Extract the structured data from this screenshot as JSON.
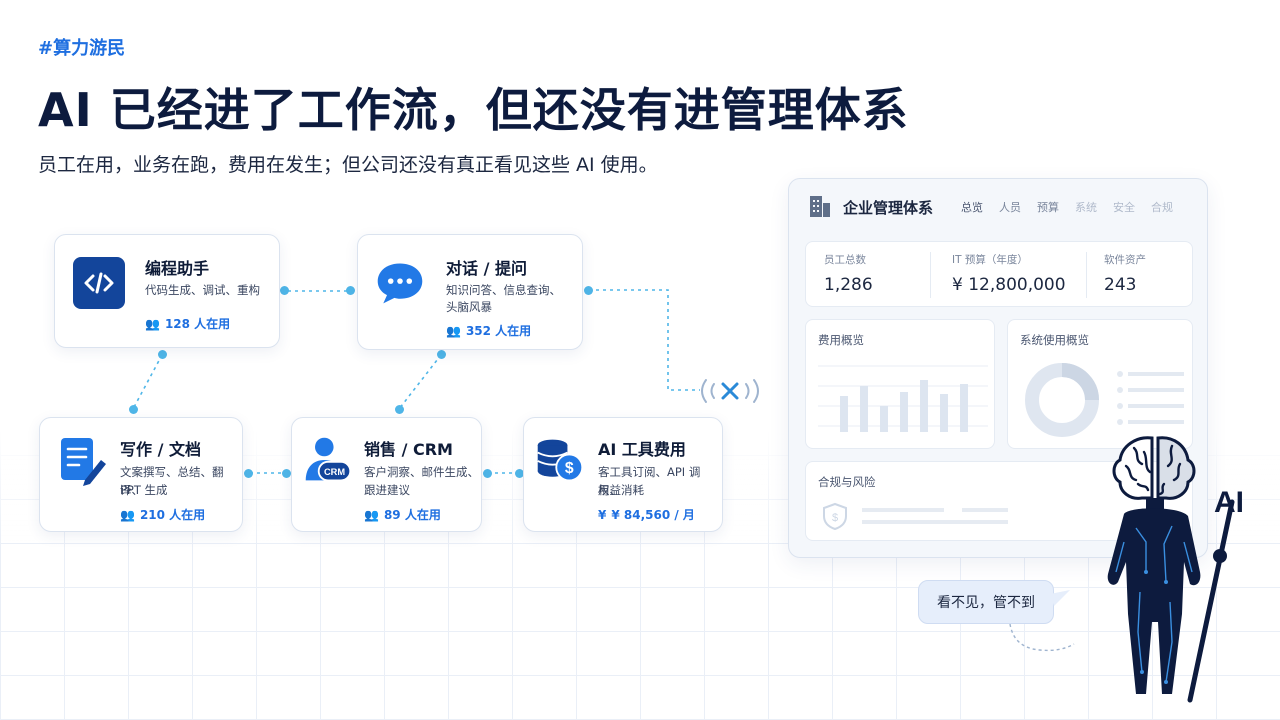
{
  "header": {
    "tag": "#算力游民",
    "title": "AI 已经进了工作流，但还没有进管理体系",
    "subtitle": "员工在用，业务在跑，费用在发生；但公司还没有真正看见这些 AI 使用。"
  },
  "cards": {
    "coding": {
      "title": "编程助手",
      "desc": "代码生成、调试、重构",
      "usage": "128 人在用",
      "icon": "code-icon"
    },
    "chat": {
      "title": "对话 / 提问",
      "desc1": "知识问答、信息查询、",
      "desc2": "头脑风暴",
      "usage": "352 人在用",
      "icon": "chat-bubble-icon"
    },
    "writing": {
      "title": "写作 / 文档",
      "desc1": "文案撰写、总结、翻译、",
      "desc2": "PPT 生成",
      "usage": "210 人在用",
      "icon": "document-icon"
    },
    "sales": {
      "title": "销售 / CRM",
      "desc1": "客户洞察、邮件生成、",
      "desc2": "跟进建议",
      "usage": "89 人在用",
      "icon": "crm-user-icon",
      "badge": "CRM"
    },
    "cost": {
      "title": "AI 工具费用",
      "desc1": "客工具订阅、API 调用、",
      "desc2": "权益消耗",
      "usage": "¥ 84,560 / 月",
      "icon": "coins-icon"
    }
  },
  "panel": {
    "title": "企业管理体系",
    "tabs": [
      "总览",
      "人员",
      "预算",
      "系统",
      "安全",
      "合规"
    ],
    "stats": [
      {
        "label": "员工总数",
        "value": "1,286"
      },
      {
        "label": "IT 预算（年度）",
        "value": "¥ 12,800,000"
      },
      {
        "label": "软件资产",
        "value": "243"
      }
    ],
    "cost_overview": "费用概览",
    "system_usage": "系统使用概览",
    "compliance": "合规与风险",
    "figure_label": "AI"
  },
  "bubble": {
    "text": "看不见，管不到"
  },
  "colors": {
    "accent": "#1f6fe0",
    "navy": "#0d1b3e",
    "link": "#4fb6e8"
  }
}
